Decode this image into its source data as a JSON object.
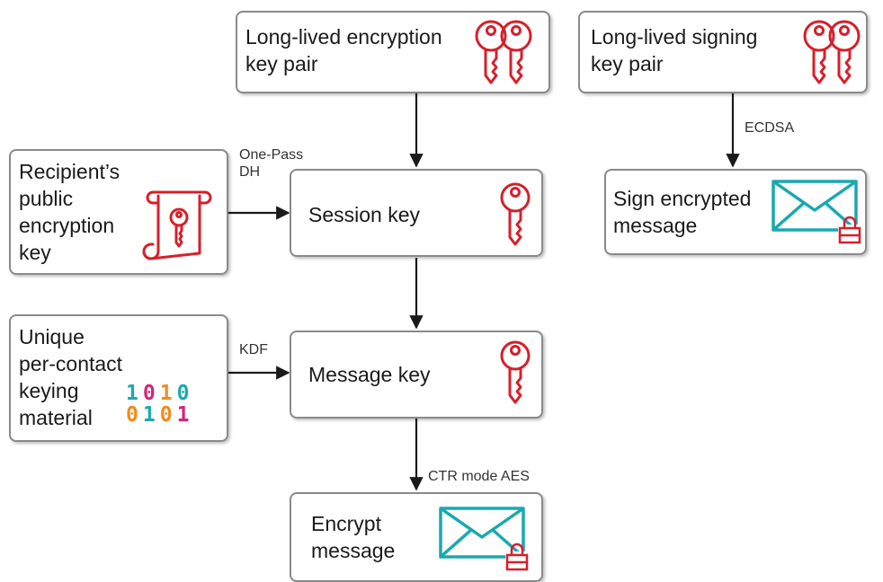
{
  "colors": {
    "key": "#d71f2a",
    "envelope": "#1aa9b0",
    "lock": "#d71f2a",
    "arrow": "#1a1a1a",
    "box_border": "#8a8a8a",
    "bit_teal": "#1aa9b0",
    "bit_magenta": "#d6247a",
    "bit_orange": "#f08c1e"
  },
  "nodes": {
    "enc_pair": {
      "line1": "Long-lived encryption",
      "line2": "key pair",
      "icon": "key-pair-icon"
    },
    "sign_pair": {
      "line1": "Long-lived signing",
      "line2": "key pair",
      "icon": "key-pair-icon"
    },
    "recipient": {
      "line1": "Recipient’s",
      "line2": "public",
      "line3": "encryption",
      "line4": "key",
      "icon": "scroll-key-icon"
    },
    "session": {
      "line1": "Session key",
      "icon": "key-icon"
    },
    "unique": {
      "line1": "Unique",
      "line2": "per-contact",
      "line3": "keying",
      "line4": "material",
      "icon": "binary-icon",
      "bits_row1": [
        "1",
        "0",
        "1",
        "0"
      ],
      "bits_row2": [
        "0",
        "1",
        "0",
        "1"
      ]
    },
    "message": {
      "line1": "Message key",
      "icon": "key-icon"
    },
    "encrypt": {
      "line1": "Encrypt",
      "line2": "message",
      "icon": "locked-envelope-icon"
    },
    "sign": {
      "line1": "Sign encrypted",
      "line2": "message",
      "icon": "locked-envelope-icon"
    }
  },
  "edges": [
    {
      "from": "enc_pair",
      "to": "session",
      "label": ""
    },
    {
      "from": "recipient",
      "to": "session",
      "label": "One-Pass DH",
      "label_line1": "One-Pass",
      "label_line2": "DH"
    },
    {
      "from": "session",
      "to": "message",
      "label": ""
    },
    {
      "from": "unique",
      "to": "message",
      "label": "KDF"
    },
    {
      "from": "message",
      "to": "encrypt",
      "label": "CTR mode AES"
    },
    {
      "from": "sign_pair",
      "to": "sign",
      "label": "ECDSA"
    }
  ]
}
